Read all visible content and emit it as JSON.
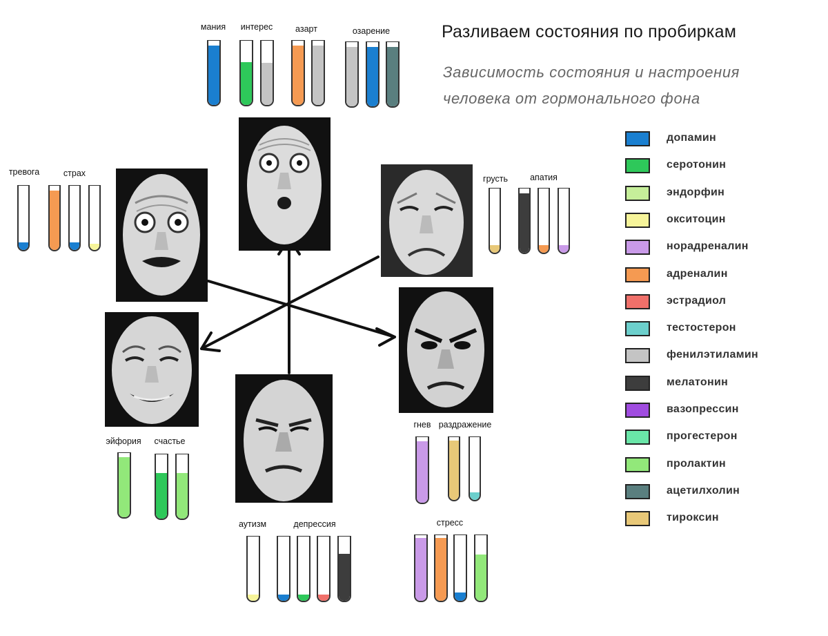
{
  "header": {
    "title": "Разливаем состояния по пробиркам",
    "subtitle_line1": "Зависимость состояния и настроения",
    "subtitle_line2": "человека от гормонального фона"
  },
  "legend": [
    {
      "label": "допамин",
      "color": "#1a7fd0"
    },
    {
      "label": "серотонин",
      "color": "#2ec85a"
    },
    {
      "label": "эндорфин",
      "color": "#c6ef9a"
    },
    {
      "label": "окситоцин",
      "color": "#f6f49a"
    },
    {
      "label": "норадреналин",
      "color": "#c99ae8"
    },
    {
      "label": "адреналин",
      "color": "#f59a52"
    },
    {
      "label": "эстрадиол",
      "color": "#f0706a"
    },
    {
      "label": "тестостерон",
      "color": "#6ccfcc"
    },
    {
      "label": "фенилэтиламин",
      "color": "#c4c4c4"
    },
    {
      "label": "мелатонин",
      "color": "#3d3d3d"
    },
    {
      "label": "вазопрессин",
      "color": "#a04ce0"
    },
    {
      "label": "прогестерон",
      "color": "#6ae6a8"
    },
    {
      "label": "пролактин",
      "color": "#92e87a"
    },
    {
      "label": "ацетилхолин",
      "color": "#5a7f7f"
    },
    {
      "label": "тироксин",
      "color": "#e8c878"
    }
  ],
  "states": [
    {
      "label": "мания",
      "hormones": [
        {
          "name": "допамин",
          "level": 0.92
        }
      ]
    },
    {
      "label": "интерес",
      "hormones": [
        {
          "name": "серотонин",
          "level": 0.66
        },
        {
          "name": "фенилэтиламин",
          "level": 0.65
        }
      ]
    },
    {
      "label": "азарт",
      "hormones": [
        {
          "name": "адреналин",
          "level": 0.92
        },
        {
          "name": "фенилэтиламин",
          "level": 0.92
        }
      ]
    },
    {
      "label": "озарение",
      "hormones": [
        {
          "name": "фенилэтиламин",
          "level": 0.92
        },
        {
          "name": "допамин",
          "level": 0.92
        },
        {
          "name": "ацетилхолин",
          "level": 0.92
        }
      ]
    },
    {
      "label": "тревога",
      "hormones": [
        {
          "name": "допамин",
          "level": 0.12
        }
      ]
    },
    {
      "label": "страх",
      "hormones": [
        {
          "name": "адреналин",
          "level": 0.92
        },
        {
          "name": "допамин",
          "level": 0.12
        },
        {
          "name": "окситоцин",
          "level": 0.1
        }
      ]
    },
    {
      "label": "грусть",
      "hormones": [
        {
          "name": "тироксин",
          "level": 0.12
        }
      ]
    },
    {
      "label": "апатия",
      "hormones": [
        {
          "name": "мелатонин",
          "level": 0.92
        },
        {
          "name": "адреналин",
          "level": 0.12
        },
        {
          "name": "норадреналин",
          "level": 0.12
        }
      ]
    },
    {
      "label": "эйфория",
      "hormones": [
        {
          "name": "пролактин",
          "level": 0.93
        }
      ]
    },
    {
      "label": "счастье",
      "hormones": [
        {
          "name": "серотонин",
          "level": 0.7
        },
        {
          "name": "пролактин",
          "level": 0.7
        }
      ]
    },
    {
      "label": "гнев",
      "hormones": [
        {
          "name": "норадреналин",
          "level": 0.93
        }
      ]
    },
    {
      "label": "раздражение",
      "hormones": [
        {
          "name": "тироксин",
          "level": 0.93
        },
        {
          "name": "тестостерон",
          "level": 0.12
        }
      ]
    },
    {
      "label": "аутизм",
      "hormones": [
        {
          "name": "окситоцин",
          "level": 0.1
        }
      ]
    },
    {
      "label": "депрессия",
      "hormones": [
        {
          "name": "допамин",
          "level": 0.1
        },
        {
          "name": "серотонин",
          "level": 0.1
        },
        {
          "name": "эстрадиол",
          "level": 0.1
        },
        {
          "name": "мелатонин",
          "level": 0.72
        }
      ]
    },
    {
      "label": "стресс",
      "hormones": [
        {
          "name": "норадреналин",
          "level": 0.95
        },
        {
          "name": "адреналин",
          "level": 0.95
        },
        {
          "name": "допамин",
          "level": 0.12
        },
        {
          "name": "пролактин",
          "level": 0.7
        }
      ]
    }
  ],
  "faces": [
    "fear",
    "surprise",
    "sadness",
    "happiness",
    "disgust",
    "anger"
  ]
}
